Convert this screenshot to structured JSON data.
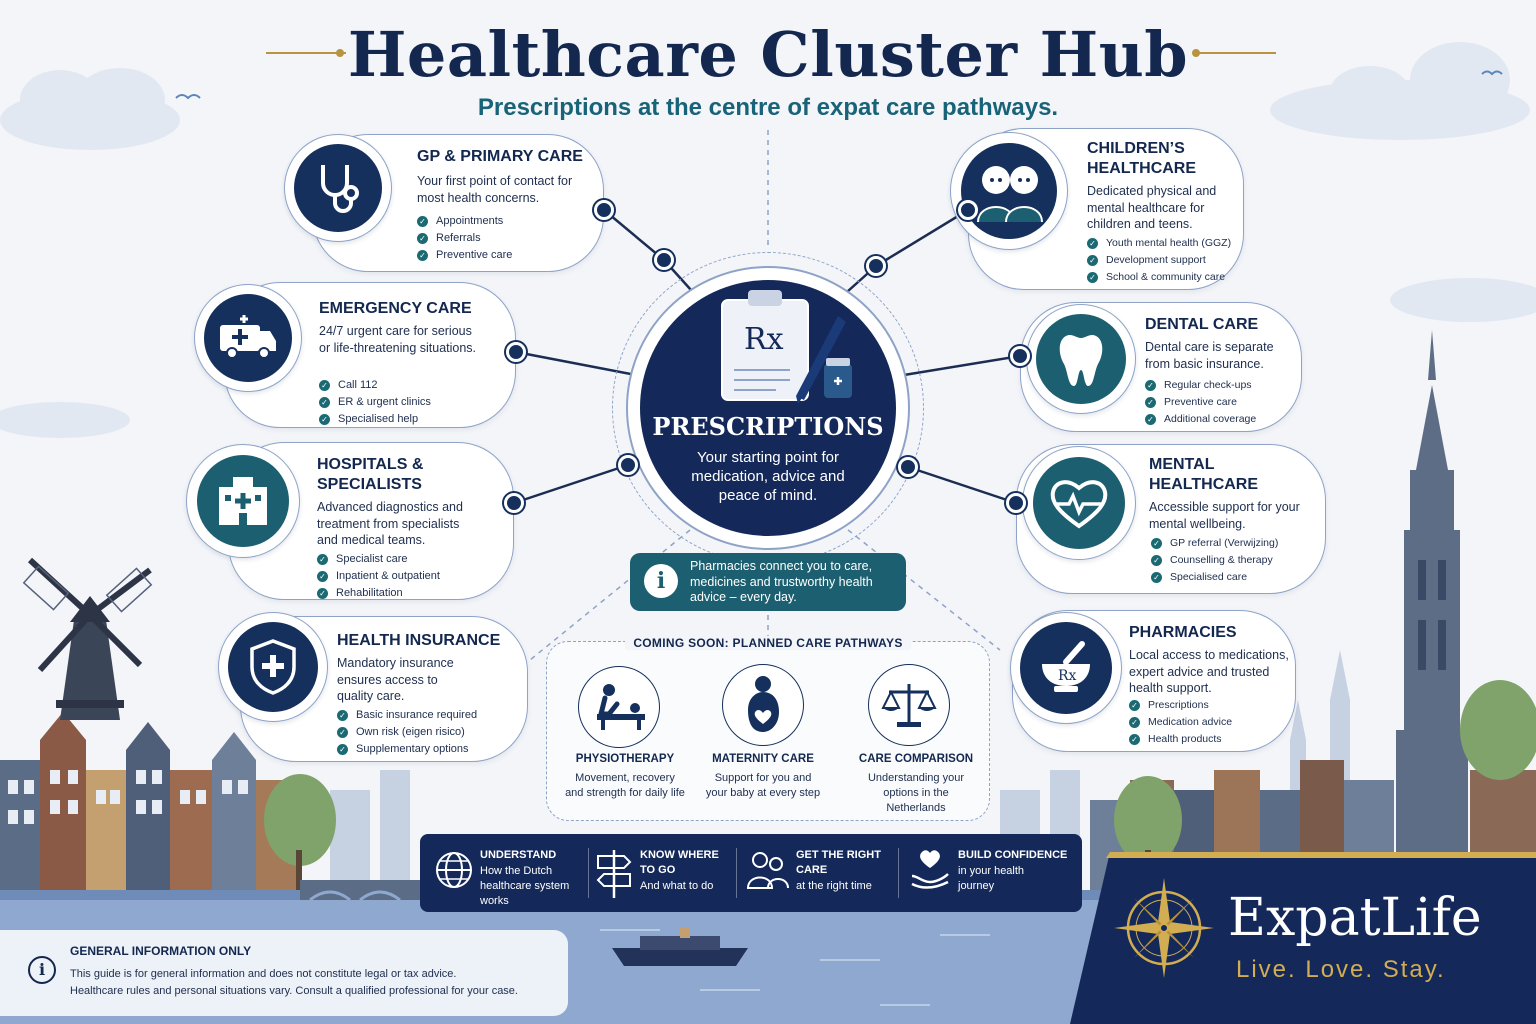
{
  "header": {
    "title": "Healthcare Cluster Hub",
    "subtitle": "Prescriptions at the centre of expat care pathways."
  },
  "center": {
    "icon": "prescription-clipboard-icon",
    "rx_mark": "Rx",
    "title": "PRESCRIPTIONS",
    "description": "Your starting point for medication, advice and peace of mind."
  },
  "cards": {
    "gp": {
      "icon": "stethoscope-icon",
      "title": "GP & PRIMARY CARE",
      "description": "Your first point of contact for most health concerns.",
      "items": [
        "Appointments",
        "Referrals",
        "Preventive care"
      ]
    },
    "emergency": {
      "icon": "ambulance-icon",
      "title": "EMERGENCY CARE",
      "description": "24/7 urgent care for serious or life-threatening situations.",
      "items": [
        "Call 112",
        "ER & urgent clinics",
        "Specialised help"
      ]
    },
    "hospitals": {
      "icon": "hospital-icon",
      "title_line1": "HOSPITALS &",
      "title_line2": "SPECIALISTS",
      "description": "Advanced diagnostics and treatment from specialists and medical teams.",
      "items": [
        "Specialist care",
        "Inpatient & outpatient",
        "Rehabilitation"
      ]
    },
    "insurance": {
      "icon": "shield-cross-icon",
      "title": "HEALTH INSURANCE",
      "description": "Mandatory insurance ensures access to quality care.",
      "items": [
        "Basic insurance required",
        "Own risk (eigen risico)",
        "Supplementary options"
      ]
    },
    "children": {
      "icon": "children-icon",
      "title_line1": "CHILDREN’S",
      "title_line2": "HEALTHCARE",
      "description": "Dedicated physical and mental healthcare for children and teens.",
      "items": [
        "Youth mental health (GGZ)",
        "Development support",
        "School & community care"
      ]
    },
    "dental": {
      "icon": "tooth-icon",
      "title": "DENTAL CARE",
      "description": "Dental care is separate from basic insurance.",
      "items": [
        "Regular check-ups",
        "Preventive care",
        "Additional coverage"
      ]
    },
    "mental": {
      "icon": "heart-pulse-icon",
      "title_line1": "MENTAL",
      "title_line2": "HEALTHCARE",
      "description": "Accessible support for your mental wellbeing.",
      "items": [
        "GP referral (Verwijzing)",
        "Counselling & therapy",
        "Specialised care"
      ]
    },
    "pharmacies": {
      "icon": "mortar-pestle-icon",
      "title": "PHARMACIES",
      "description": "Local access to medications, expert advice and trusted health support.",
      "items": [
        "Prescriptions",
        "Medication advice",
        "Health products"
      ]
    }
  },
  "info": {
    "icon": "info-icon",
    "text": "Pharmacies connect you to care, medicines and trustworthy health advice – every day."
  },
  "coming_soon": {
    "title": "COMING SOON: PLANNED CARE PATHWAYS",
    "pathways": [
      {
        "icon": "physiotherapy-icon",
        "title": "PHYSIOTHERAPY",
        "description": "Movement, recovery and strength for daily life"
      },
      {
        "icon": "maternity-icon",
        "title": "MATERNITY CARE",
        "description": "Support for you and your baby at every step"
      },
      {
        "icon": "scales-icon",
        "title": "CARE COMPARISON",
        "description": "Understanding your options in the Netherlands"
      }
    ]
  },
  "benefits": [
    {
      "icon": "globe-icon",
      "title": "UNDERSTAND",
      "description": "How the Dutch healthcare system works"
    },
    {
      "icon": "signpost-icon",
      "title": "KNOW WHERE TO GO",
      "description": "And what to do"
    },
    {
      "icon": "people-icon",
      "title": "GET THE RIGHT CARE",
      "description": "at the right time"
    },
    {
      "icon": "heart-hand-icon",
      "title": "BUILD CONFIDENCE",
      "description": "in your health journey"
    }
  ],
  "disclaimer": {
    "icon": "info-icon",
    "title": "GENERAL INFORMATION ONLY",
    "line1": "This guide is for general information and does not constitute legal or tax advice.",
    "line2": "Healthcare rules and personal situations vary. Consult a qualified professional for your case."
  },
  "brand": {
    "icon": "compass-icon",
    "name": "ExpatLife",
    "tagline": "Live. Love. Stay."
  },
  "colors": {
    "navy": "#14295a",
    "teal": "#1b5f70",
    "gold": "#d2ad52",
    "border": "#8ea3c7"
  }
}
